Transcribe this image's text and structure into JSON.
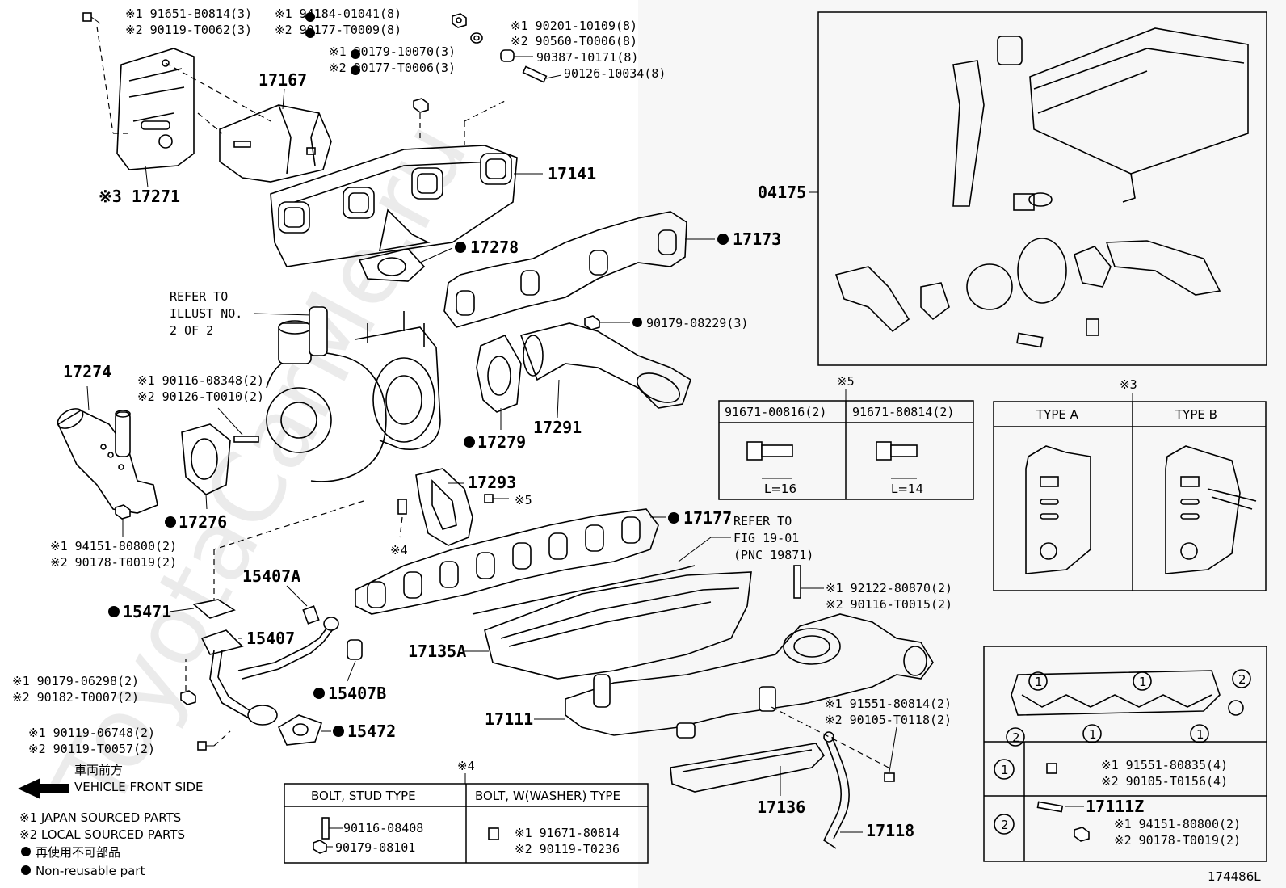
{
  "watermark": "ToyotaCarMe.ru",
  "diagram_code": "174486L",
  "legend": {
    "front_jp": "車両前方",
    "front_en": "VEHICLE FRONT SIDE",
    "note1": "※1 JAPAN SOURCED PARTS",
    "note2": "※2 LOCAL SOURCED PARTS",
    "nonreuse_jp": "再使用不可部品",
    "nonreuse_en": "Non-reusable part"
  },
  "refs": {
    "illust_1": "REFER TO",
    "illust_2": "ILLUST NO.",
    "illust_3": "2 OF 2",
    "fig_1": "REFER TO",
    "fig_2": "FIG 19-01",
    "fig_3": "(PNC 19871)"
  },
  "labels": {
    "p17271": "※3 17271",
    "p17167": "17167",
    "p17141": "17141",
    "p17278": "17278",
    "p17173": "17173",
    "p17274": "17274",
    "p17276": "17276",
    "p17279": "17279",
    "p17291": "17291",
    "p17293": "17293",
    "p17177": "17177",
    "p15407A": "15407A",
    "p15471": "15471",
    "p15407": "15407",
    "p15407B": "15407B",
    "p15472": "15472",
    "p17135A": "17135A",
    "p17111": "17111",
    "p17136": "17136",
    "p17118": "17118",
    "p04175": "04175",
    "x4": "※4",
    "x5": "※5"
  },
  "partnums": {
    "a1": "※1 91651-B0814(3)",
    "a2": "※2 90119-T0062(3)",
    "b1": "※1 94184-01041(8)",
    "b2": "※2 90177-T0009(8)",
    "c1": "※1 90201-10109(8)",
    "c2": "※2 90560-T0006(8)",
    "d1": "※1 90179-10070(3)",
    "d2": "※2 90177-T0006(3)",
    "e1": "90387-10171(8)",
    "f1": "90126-10034(8)",
    "g1": "90179-08229(3)",
    "h1": "※1 90116-08348(2)",
    "h2": "※2 90126-T0010(2)",
    "i1": "※1 94151-80800(2)",
    "i2": "※2 90178-T0019(2)",
    "j1": "※1 92122-80870(2)",
    "j2": "※2 90116-T0015(2)",
    "k1": "※1 90179-06298(2)",
    "k2": "※2 90182-T0007(2)",
    "l1": "※1 90119-06748(2)",
    "l2": "※2 90119-T0057(2)",
    "m1": "※1 91551-80814(2)",
    "m2": "※2 90105-T0118(2)"
  },
  "table5": {
    "mark": "※5",
    "col1": "91671-00816(2)",
    "col2": "91671-80814(2)",
    "len1": "L=16",
    "len2": "L=14"
  },
  "table3": {
    "mark": "※3",
    "col1": "TYPE A",
    "col2": "TYPE B"
  },
  "table4": {
    "mark": "※4",
    "col1": "BOLT, STUD TYPE",
    "col2": "BOLT, W(WASHER) TYPE",
    "s1": "90116-08408",
    "s2": "90179-08101",
    "w1": "※1 91671-80814",
    "w2": "※2 90119-T0236"
  },
  "tableR": {
    "n1": "1",
    "n2": "2",
    "r1a": "※1 91551-80835(4)",
    "r1b": "※2 90105-T0156(4)",
    "r2stud": "17111Z",
    "r2a": "※1 94151-80800(2)",
    "r2b": "※2 90178-T0019(2)"
  }
}
